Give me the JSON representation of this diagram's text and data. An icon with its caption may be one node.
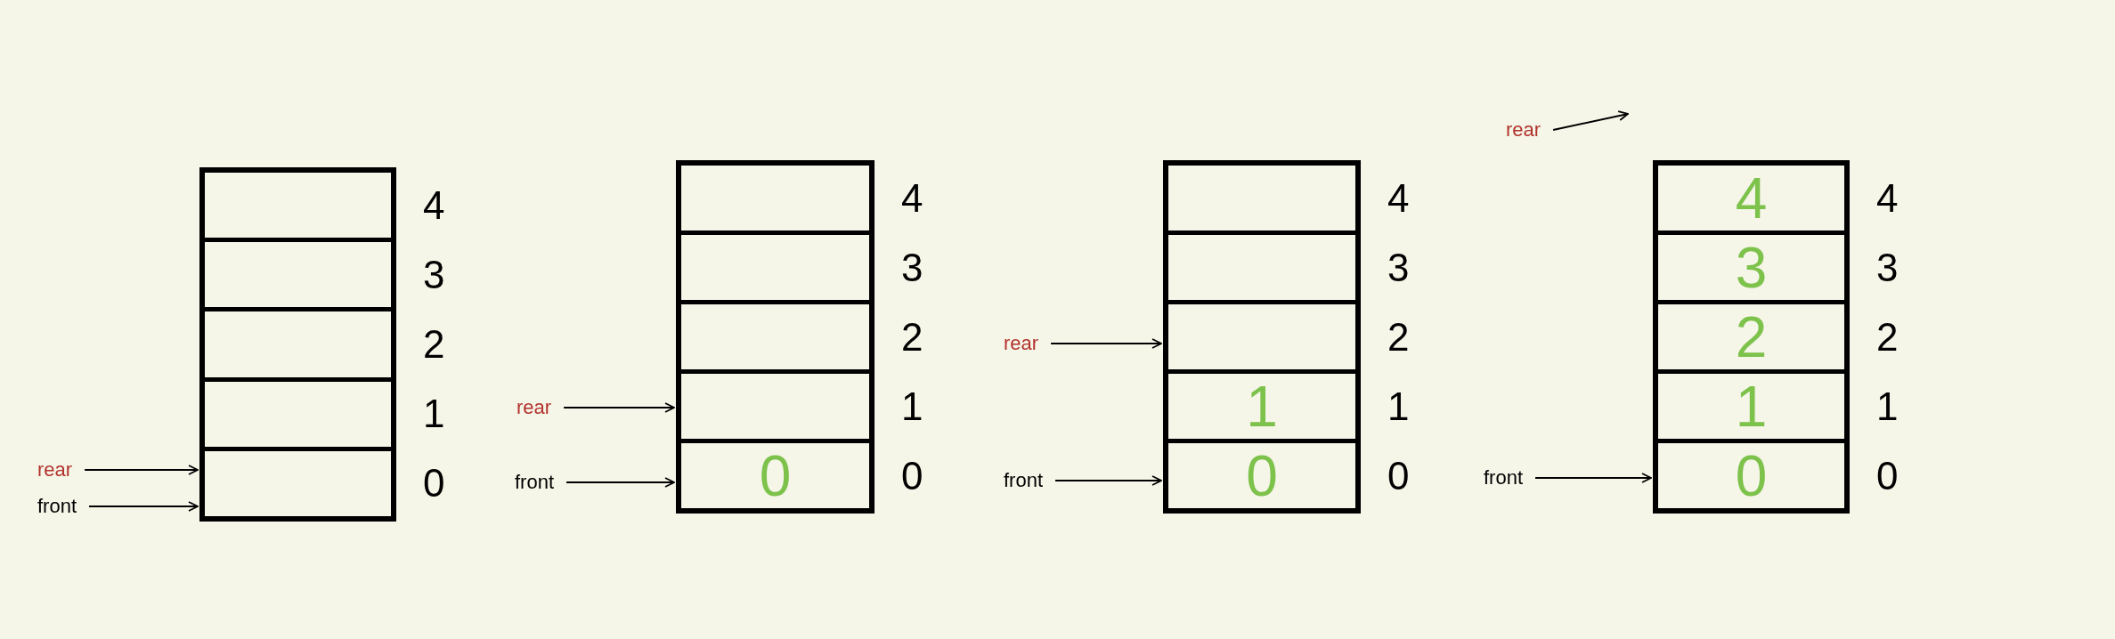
{
  "diagram": {
    "nodes": [
      {
        "text": [],
        "shape": "box"
      },
      {
        "text": [],
        "shape": "box",
        "in": 0,
        "beside": [
          "4"
        ]
      },
      {
        "text": [],
        "shape": "box",
        "in": 0,
        "beside": [
          "3"
        ]
      },
      {
        "text": [],
        "shape": "box",
        "in": 0,
        "beside": [
          "2"
        ]
      },
      {
        "text": [],
        "shape": "box",
        "in": 0,
        "beside": [
          "1"
        ]
      },
      {
        "text": [],
        "shape": "box",
        "in": 0,
        "beside": [
          "0"
        ]
      },
      {
        "text": [
          "rear"
        ]
      },
      {
        "text": [
          "front"
        ]
      },
      {
        "text": [],
        "shape": "box"
      },
      {
        "text": [],
        "shape": "box",
        "in": 8,
        "beside": [
          "4"
        ]
      },
      {
        "text": [],
        "shape": "box",
        "in": 8,
        "beside": [
          "3"
        ]
      },
      {
        "text": [],
        "shape": "box",
        "in": 8,
        "beside": [
          "2"
        ]
      },
      {
        "text": [],
        "shape": "box",
        "in": 8,
        "beside": [
          "1"
        ]
      },
      {
        "text": [
          "0"
        ],
        "in": 8,
        "beside": [
          "0"
        ]
      },
      {
        "text": [
          "rear"
        ]
      },
      {
        "text": [
          "front"
        ]
      },
      {
        "text": [],
        "shape": "box"
      },
      {
        "text": [],
        "shape": "box",
        "in": 16,
        "beside": [
          "4"
        ]
      },
      {
        "text": [],
        "shape": "box",
        "in": 16,
        "beside": [
          "3"
        ]
      },
      {
        "text": [],
        "shape": "box",
        "in": 16,
        "beside": [
          "2"
        ]
      },
      {
        "text": [
          "1"
        ],
        "in": 16,
        "beside": [
          "1"
        ]
      },
      {
        "text": [
          "0"
        ],
        "in": 16,
        "beside": [
          "0"
        ]
      },
      {
        "text": [
          "rear"
        ]
      },
      {
        "text": [
          "front"
        ]
      },
      {
        "text": [
          "rear"
        ]
      },
      {
        "text": [],
        "shape": "box"
      },
      {
        "text": [
          "4"
        ],
        "in": 25,
        "beside": [
          "4"
        ]
      },
      {
        "text": [
          "3"
        ],
        "in": 25,
        "beside": [
          "3"
        ]
      },
      {
        "text": [
          "2"
        ],
        "in": 25,
        "beside": [
          "2"
        ]
      },
      {
        "text": [
          "1"
        ],
        "in": 25,
        "beside": [
          "1"
        ]
      },
      {
        "text": [
          "0"
        ],
        "in": 25,
        "beside": [
          "0"
        ]
      },
      {
        "text": [
          "front"
        ]
      }
    ],
    "edges": [
      {
        "from": 6,
        "to": 5,
        "arrow": "to"
      },
      {
        "from": 7,
        "to": 5,
        "arrow": "to"
      },
      {
        "from": 14,
        "to": 12,
        "arrow": "to"
      },
      {
        "from": 15,
        "to": 13,
        "arrow": "to"
      },
      {
        "from": 22,
        "to": 19,
        "arrow": "to"
      },
      {
        "from": 23,
        "to": 21,
        "arrow": "to"
      },
      {
        "from": 24,
        "to": null,
        "arrow": "to"
      },
      {
        "from": 31,
        "to": 30,
        "arrow": "to"
      }
    ]
  }
}
